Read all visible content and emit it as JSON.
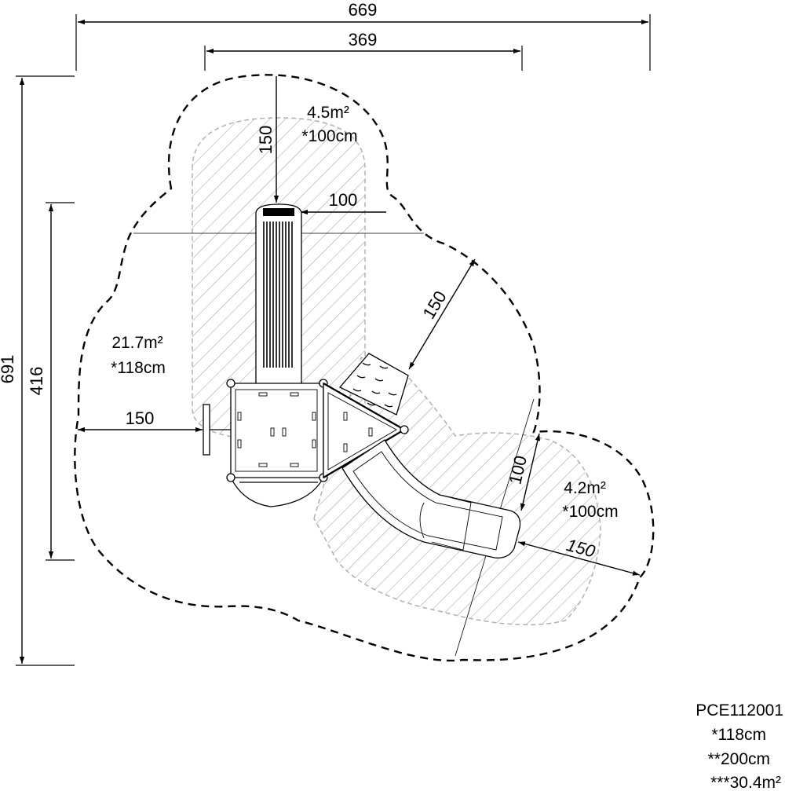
{
  "dimensions": {
    "overall_width": "669",
    "inner_width": "369",
    "overall_depth": "691",
    "inner_depth": "416",
    "top_clearance": "150",
    "top_side_clearance": "100",
    "diagonal_clearance": "150",
    "left_clearance": "150",
    "slide_side_clearance": "100",
    "slide_exit_clearance": "150"
  },
  "zones": {
    "top": {
      "area": "4.5m²",
      "height": "*100cm"
    },
    "main": {
      "area": "21.7m²",
      "height": "*118cm"
    },
    "slide": {
      "area": "4.2m²",
      "height": "*100cm"
    }
  },
  "legend": {
    "code": "PCE112001",
    "line1": "*118cm",
    "line2": "**200cm",
    "line3": "***30.4m²"
  },
  "colors": {
    "line": "#000000",
    "hatch": "#9a9a9a",
    "zone_outline": "#b0b0b0"
  }
}
